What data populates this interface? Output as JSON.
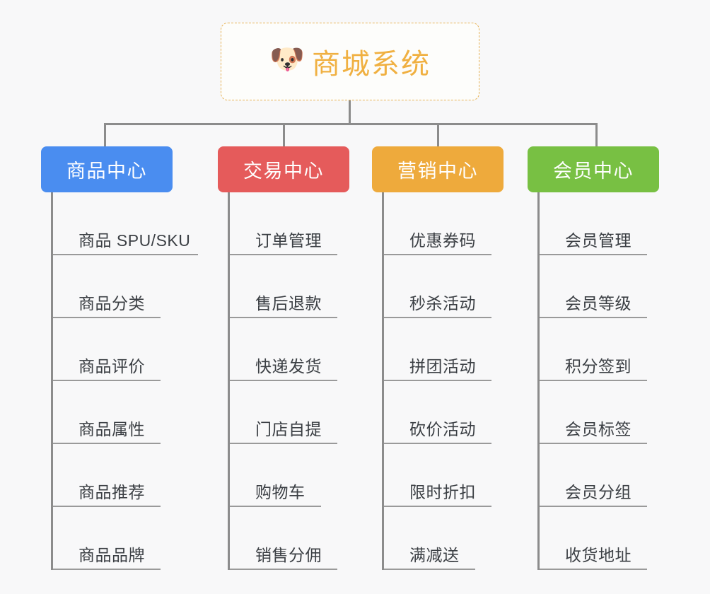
{
  "root": {
    "icon": "dog-face-emoji",
    "icon_glyph": "🐶",
    "title": "商城系统",
    "accent_color": "#f0b041",
    "border_color": "#e8b354"
  },
  "categories": [
    {
      "label": "商品中心",
      "color": "#4a8df0",
      "color_name": "blue",
      "items": [
        {
          "label": "商品 SPU/SKU",
          "rule_width": 205
        },
        {
          "label": "商品分类",
          "rule_width": 152
        },
        {
          "label": "商品评价",
          "rule_width": 152
        },
        {
          "label": "商品属性",
          "rule_width": 152
        },
        {
          "label": "商品推荐",
          "rule_width": 152
        },
        {
          "label": "商品品牌",
          "rule_width": 152
        }
      ]
    },
    {
      "label": "交易中心",
      "color": "#e55b5b",
      "color_name": "red",
      "items": [
        {
          "label": "订单管理",
          "rule_width": 152
        },
        {
          "label": "售后退款",
          "rule_width": 152
        },
        {
          "label": "快递发货",
          "rule_width": 152
        },
        {
          "label": "门店自提",
          "rule_width": 152
        },
        {
          "label": "购物车",
          "rule_width": 129
        },
        {
          "label": "销售分佣",
          "rule_width": 152
        }
      ]
    },
    {
      "label": "营销中心",
      "color": "#eeaa3c",
      "color_name": "orange",
      "items": [
        {
          "label": "优惠券码",
          "rule_width": 152
        },
        {
          "label": "秒杀活动",
          "rule_width": 152
        },
        {
          "label": "拼团活动",
          "rule_width": 152
        },
        {
          "label": "砍价活动",
          "rule_width": 152
        },
        {
          "label": "限时折扣",
          "rule_width": 152
        },
        {
          "label": "满减送",
          "rule_width": 129
        }
      ]
    },
    {
      "label": "会员中心",
      "color": "#78c043",
      "color_name": "green",
      "items": [
        {
          "label": "会员管理",
          "rule_width": 152
        },
        {
          "label": "会员等级",
          "rule_width": 152
        },
        {
          "label": "积分签到",
          "rule_width": 152
        },
        {
          "label": "会员标签",
          "rule_width": 152
        },
        {
          "label": "会员分组",
          "rule_width": 152
        },
        {
          "label": "收货地址",
          "rule_width": 152
        }
      ]
    }
  ],
  "theme": {
    "background": "#f8f8f9",
    "line_color": "#8c8c8c",
    "rule_color": "#9a9a9a",
    "leaf_text_color": "#3b3f44"
  }
}
